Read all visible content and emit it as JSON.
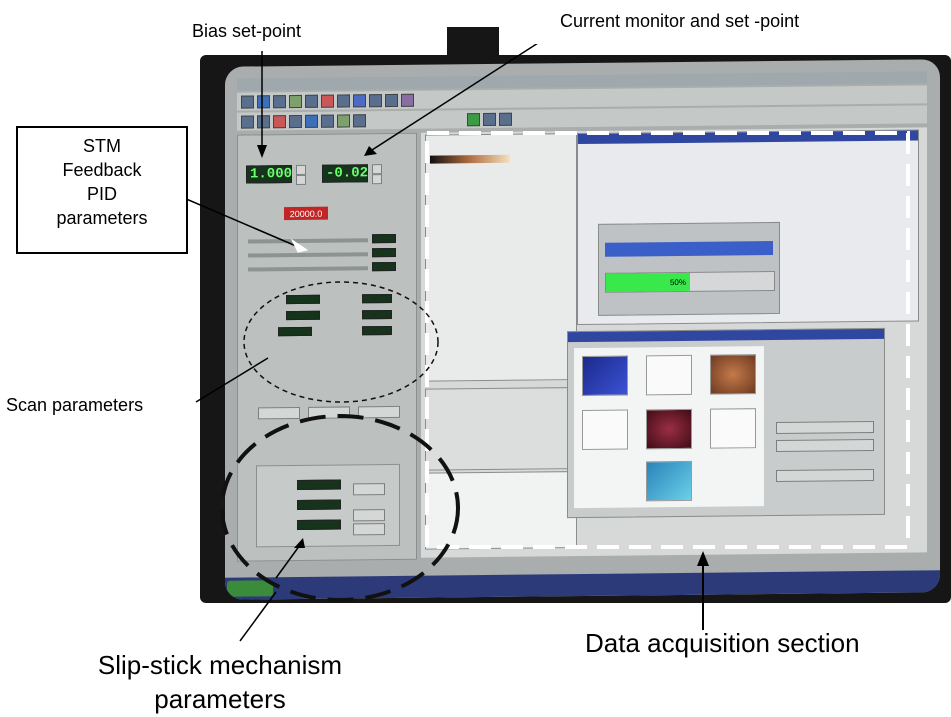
{
  "labels": {
    "bias": "Bias set-point",
    "current": "Current monitor and set -point",
    "stm_line1": "STM",
    "stm_line2": "Feedback",
    "stm_line3": "PID",
    "stm_line4": "parameters",
    "scan": "Scan parameters",
    "daq": "Data acquisition section",
    "slip_line1": "Slip-stick mechanism",
    "slip_line2": "parameters"
  },
  "screen": {
    "bias_value": "1.000",
    "current_value": "-0.02",
    "red_value": "20000.0",
    "progress_text": "50%"
  },
  "colors": {
    "monitor": "#161616",
    "screen": "#a9adad",
    "lcd_bg": "#16331c",
    "lcd_text": "#6cff6c",
    "progress": "#39e94b",
    "red_field": "#c22525",
    "title_bar": "#2f47a0"
  }
}
